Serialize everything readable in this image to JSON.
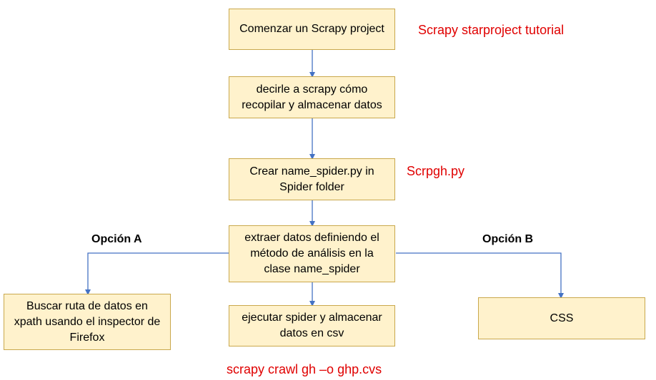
{
  "nodes": {
    "start": "Comenzar un Scrapy project",
    "tell": "decirle a scrapy cómo\nrecopilar y almacenar datos",
    "create": "Crear name_spider.py in\nSpider folder",
    "extract": "extraer datos definiendo el\nmétodo de análisis en la\nclase name_spider",
    "xpath": "Buscar ruta de datos en\nxpath usando el inspector de\nFirefox",
    "run": "ejecutar spider y almacenar\ndatos en csv",
    "css": "CSS"
  },
  "annotations": {
    "tutorial": "Scrapy starproject tutorial",
    "file": "Scrpgh.py",
    "command": "scrapy crawl gh –o ghp.cvs"
  },
  "options": {
    "a": "Opción A",
    "b": "Opción B"
  },
  "colors": {
    "box_fill": "#fff2cc",
    "box_border": "#c9a84c",
    "connector": "#4472c4",
    "annotation": "#e00000"
  }
}
